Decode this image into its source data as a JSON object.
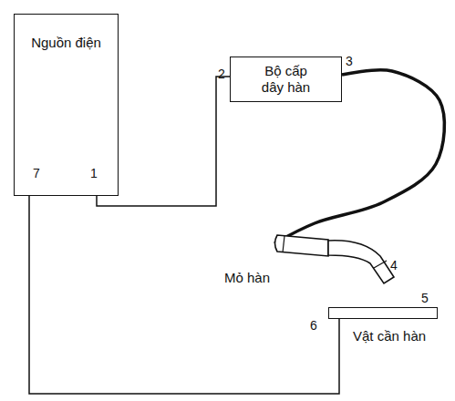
{
  "diagram": {
    "nodes": [
      {
        "text": [
          "Nguồn điện"
        ]
      },
      {
        "text": [
          "Bộ cấp dây hàn"
        ]
      },
      {
        "text": [
          "Mỏ hàn"
        ]
      },
      {
        "text": [
          "Vật cần hàn"
        ]
      }
    ],
    "edges": [
      {
        "from": 0,
        "to": 1,
        "arrow": "none"
      },
      {
        "from": 1,
        "to": 2,
        "arrow": "none"
      },
      {
        "from": 3,
        "to": 0,
        "arrow": "none"
      }
    ],
    "labels": [
      "1",
      "2",
      "3",
      "4",
      "5",
      "6",
      "7"
    ]
  }
}
